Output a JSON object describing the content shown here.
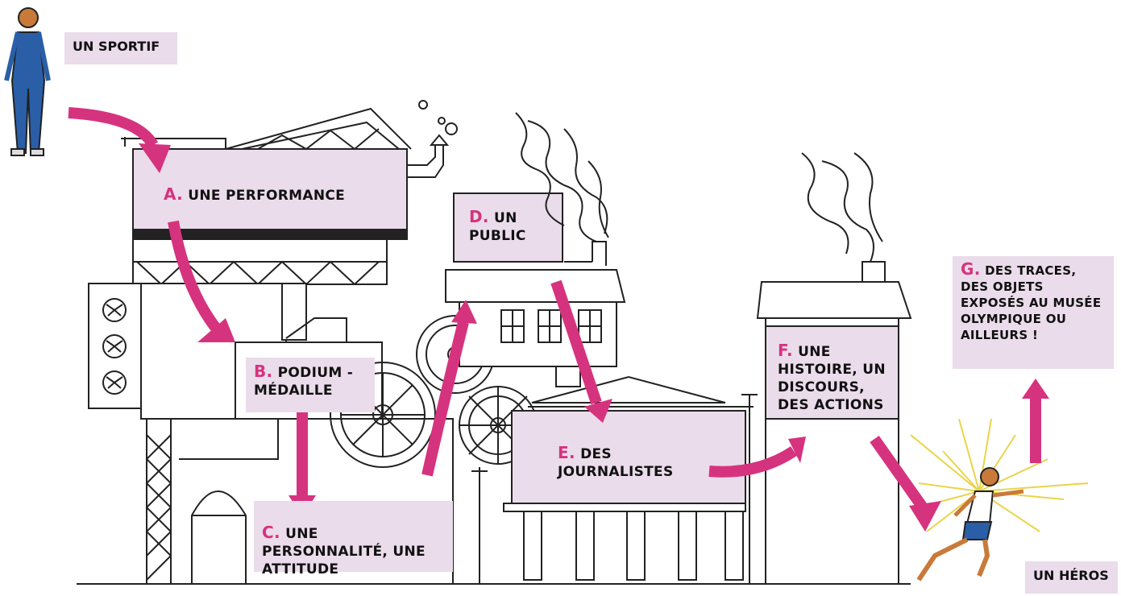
{
  "labels": {
    "sportif": "UN SPORTIF",
    "heros": "UN HÉROS"
  },
  "steps": [
    {
      "letter": "A.",
      "text": "UNE PERFORMANCE"
    },
    {
      "letter": "B.",
      "text": "PODIUM - MÉDAILLE"
    },
    {
      "letter": "C.",
      "text": "UNE PERSONNALITÉ, UNE ATTITUDE"
    },
    {
      "letter": "D.",
      "text": "UN PUBLIC"
    },
    {
      "letter": "E.",
      "text": "DES JOURNALISTES"
    },
    {
      "letter": "F.",
      "text": "UNE HISTOIRE, UN DISCOURS, DES ACTIONS"
    },
    {
      "letter": "G.",
      "text": "DES TRACES, DES OBJETS EXPOSÉS AU MUSÉE OLYMPIQUE OU AILLEURS !"
    }
  ],
  "colors": {
    "accent": "#d6337f",
    "label_bg": "#eadcea",
    "ink": "#111111"
  }
}
